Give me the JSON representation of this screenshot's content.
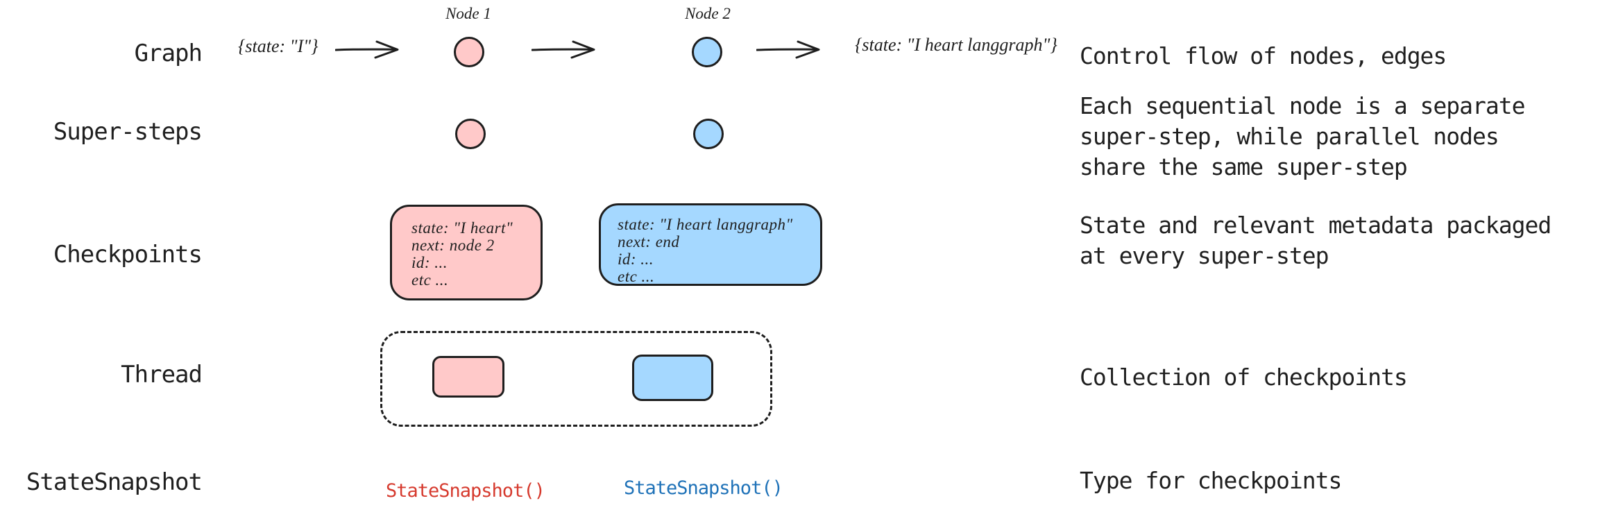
{
  "colors": {
    "background": "#ffffff",
    "ink": "#1e1e1e",
    "text": "#1f1f1f",
    "pink_fill": "#ffc9c9",
    "blue_fill": "#a5d8ff",
    "red_code": "#d63a2e",
    "blue_code": "#1f72b8"
  },
  "rows": [
    {
      "label": "Graph",
      "desc_lines": [
        "Control flow of nodes, edges"
      ]
    },
    {
      "label": "Super-steps",
      "desc_lines": [
        "Each sequential node is a separate",
        "super-step, while parallel nodes",
        "share the same super-step"
      ]
    },
    {
      "label": "Checkpoints",
      "desc_lines": [
        "State and relevant metadata packaged",
        "at every super-step"
      ]
    },
    {
      "label": "Thread",
      "desc_lines": [
        "Collection of checkpoints"
      ]
    },
    {
      "label": "StateSnapshot",
      "desc_lines": [
        "Type for checkpoints"
      ]
    }
  ],
  "graph_flow": {
    "input_state": "{state: \"I\"}",
    "node1_label": "Node 1",
    "node2_label": "Node 2",
    "output_state": "{state: \"I heart langgraph\"}"
  },
  "checkpoint_boxes": {
    "pink": {
      "lines": [
        "state: \"I heart\"",
        "next: node 2",
        "id: ...",
        "etc ..."
      ]
    },
    "blue": {
      "lines": [
        "state: \"I heart langgraph\"",
        "next: end",
        "id: ...",
        "etc ..."
      ]
    }
  },
  "code_labels": {
    "pink": "StateSnapshot()",
    "blue": "StateSnapshot()"
  }
}
